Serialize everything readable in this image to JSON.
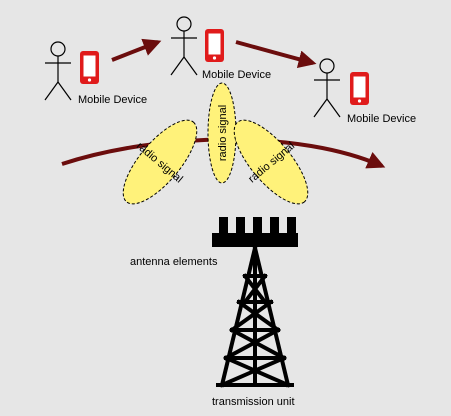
{
  "colors": {
    "background": "#e6e6e6",
    "arrow": "#6b0d0d",
    "lobe_fill": "#fff27a",
    "phone": "#e01b1b",
    "ink": "#000000"
  },
  "devices": [
    {
      "label": "Mobile Device"
    },
    {
      "label": "Mobile Device"
    },
    {
      "label": "Mobile Device"
    }
  ],
  "beams": [
    {
      "label": "radio signal"
    },
    {
      "label": "radio signal"
    },
    {
      "label": "radio signal"
    }
  ],
  "antenna": {
    "label": "antenna elements"
  },
  "tower": {
    "label": "transmission unit"
  },
  "icons": {
    "person": "person-icon",
    "phone": "mobile-phone-icon",
    "antenna": "antenna-array-icon",
    "tower": "lattice-tower-icon"
  }
}
